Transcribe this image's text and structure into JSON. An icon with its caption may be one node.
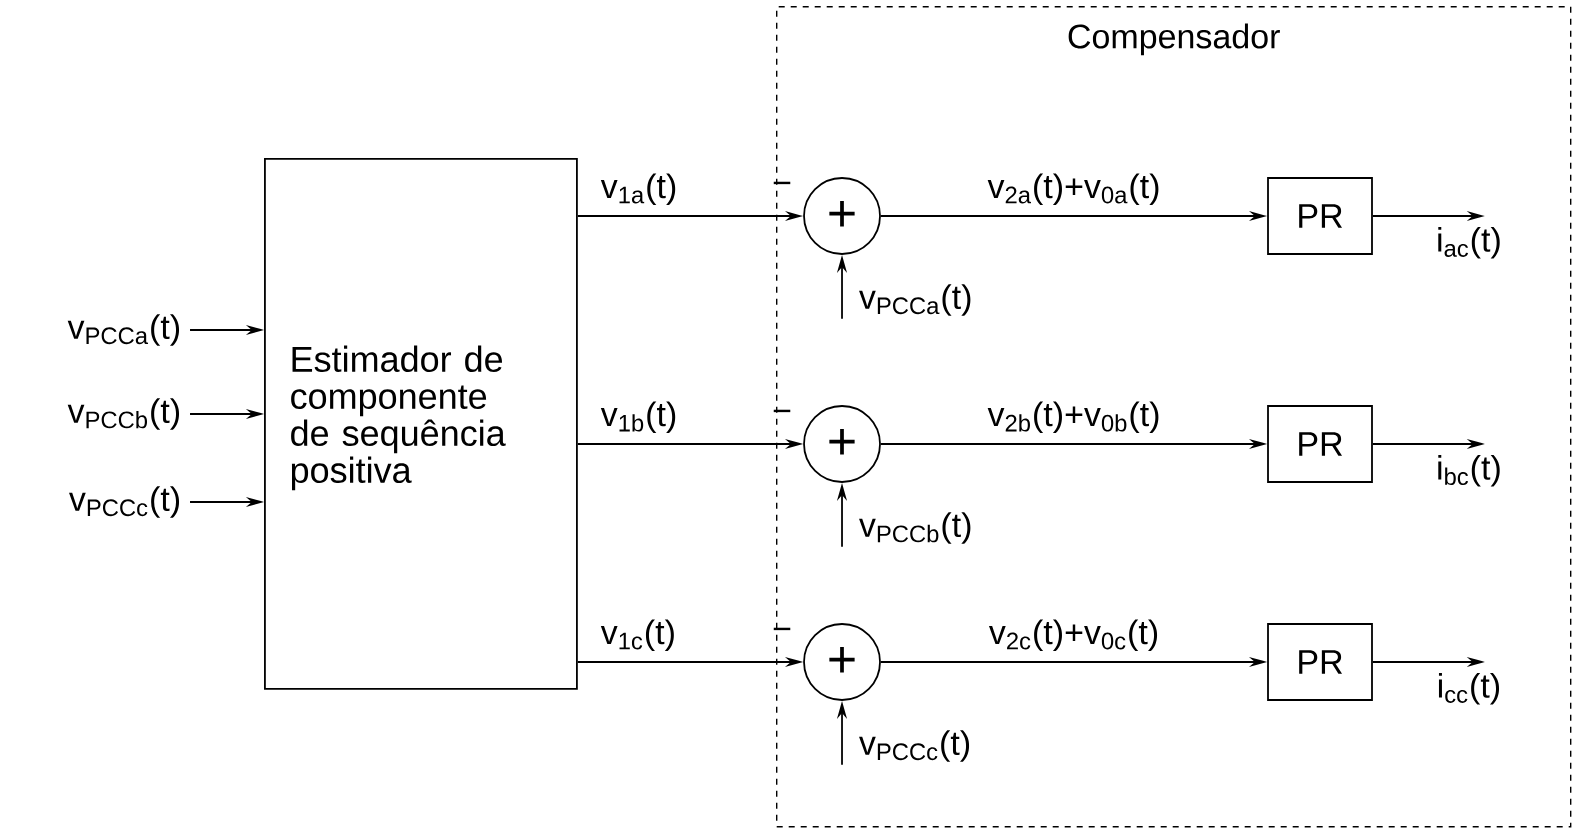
{
  "diagram": {
    "nodes": [
      {
        "text": [
          "Compensador"
        ]
      },
      {
        "text": [
          "v$_{PCCa}$(t)"
        ]
      },
      {
        "text": [
          "v$_{PCCb}$(t)"
        ]
      },
      {
        "text": [
          "v$_{PCCc}$(t)"
        ]
      },
      {
        "text": [
          "Estimador de componente de sequência positiva"
        ]
      },
      {
        "text": [
          "+"
        ],
        "in": 0
      },
      {
        "text": [
          "PR"
        ],
        "in": 0
      },
      {
        "text": [
          "v$_{PCCa}$(t)"
        ],
        "in": 0
      },
      {
        "text": [
          "+"
        ],
        "in": 0
      },
      {
        "text": [
          "PR"
        ],
        "in": 0
      },
      {
        "text": [
          "v$_{PCCb}$(t)"
        ],
        "in": 0
      },
      {
        "text": [
          "+"
        ],
        "in": 0
      },
      {
        "text": [
          "PR"
        ],
        "in": 0
      },
      {
        "text": [
          "v$_{PCCc}$(t)"
        ],
        "in": 0
      }
    ],
    "edges": [
      {
        "from": 1,
        "to": 4,
        "arrow": "to"
      },
      {
        "from": 2,
        "to": 4,
        "arrow": "to"
      },
      {
        "from": 3,
        "to": 4,
        "arrow": "to"
      },
      {
        "from": 4,
        "to": 5,
        "arrow": "to",
        "label": "v$_{1a}$(t)"
      },
      {
        "from": 7,
        "to": 5,
        "arrow": "to"
      },
      {
        "from": 5,
        "to": 6,
        "arrow": "to",
        "label": "v$_{2a}$(t)+v$_{0a}$(t)"
      },
      {
        "from": 6,
        "to": null,
        "arrow": "to",
        "label": "i$_{ac}$(t)"
      },
      {
        "from": 4,
        "to": 8,
        "arrow": "to",
        "label": "v$_{1b}$(t)"
      },
      {
        "from": 10,
        "to": 8,
        "arrow": "to"
      },
      {
        "from": 8,
        "to": 9,
        "arrow": "to",
        "label": "v$_{2b}$(t)+v$_{0b}$(t)"
      },
      {
        "from": 9,
        "to": null,
        "arrow": "to",
        "label": "i$_{bc}$(t)"
      },
      {
        "from": 4,
        "to": 11,
        "arrow": "to",
        "label": "v$_{1c}$(t)"
      },
      {
        "from": 13,
        "to": 11,
        "arrow": "to"
      },
      {
        "from": 11,
        "to": 12,
        "arrow": "to",
        "label": "v$_{2c}$(t)+v$_{0c}$(t)"
      },
      {
        "from": 12,
        "to": null,
        "arrow": "to",
        "label": "i$_{cc}$(t)"
      }
    ],
    "labels": [
      "−",
      "−",
      "−"
    ]
  }
}
